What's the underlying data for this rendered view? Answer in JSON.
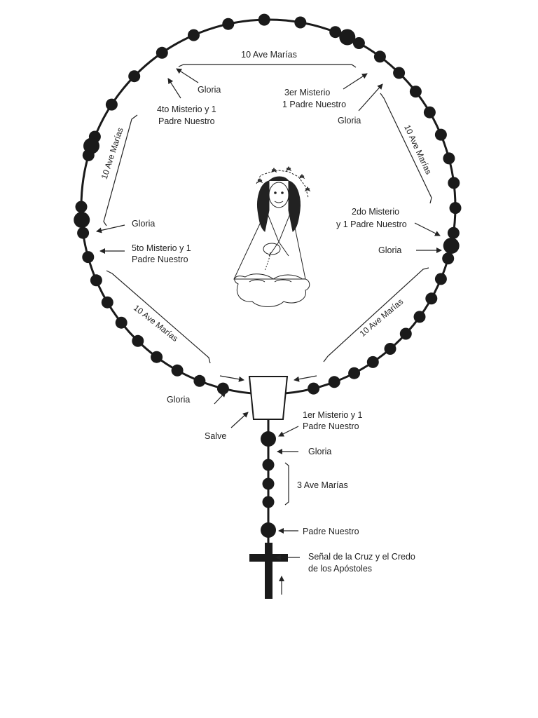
{
  "labels": {
    "top_ave": "10 Ave Marías",
    "gloria_4": "Gloria",
    "misterio_4_line1": "4to Misterio y 1",
    "misterio_4_line2": "Padre Nuestro",
    "misterio_3_line1": "3er Misterio",
    "misterio_3_line2": "1 Padre Nuestro",
    "gloria_3": "Gloria",
    "right_upper_ave": "10 Ave Marías",
    "left_upper_ave": "10 Ave Marías",
    "gloria_5": "Gloria",
    "misterio_5_line1": "5to Misterio y 1",
    "misterio_5_line2": "Padre Nuestro",
    "misterio_2_line1": "2do Misterio",
    "misterio_2_line2": "y 1 Padre Nuestro",
    "gloria_2": "Gloria",
    "left_lower_ave": "10 Ave Marías",
    "right_lower_ave": "10 Ave Marías",
    "gloria_1": "Gloria",
    "salve": "Salve",
    "misterio_1_line1": "1er Misterio y 1",
    "misterio_1_line2": "Padre Nuestro",
    "gloria_pendant": "Gloria",
    "three_ave": "3 Ave Marías",
    "padre_nuestro": "Padre Nuestro",
    "cruz_line1": "Señal de la Cruz y el Credo",
    "cruz_line2": "de los Apóstoles"
  },
  "icons": {
    "centerpiece": "virgin-mary-drawing-icon",
    "crucifix": "cross-icon",
    "medal": "rosary-centerpiece-icon"
  },
  "colors": {
    "ink": "#1a1a1a",
    "paper": "#ffffff"
  }
}
